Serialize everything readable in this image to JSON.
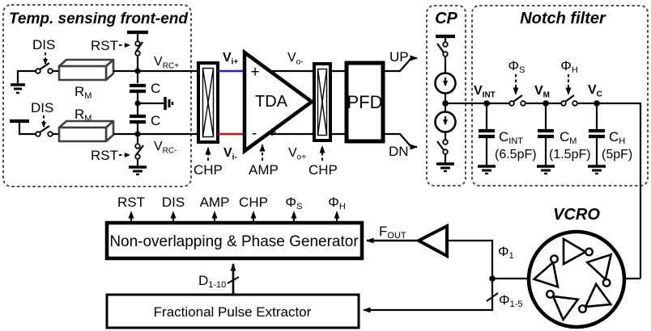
{
  "colors": {
    "title_gray": "#595959",
    "blue": "#1f1fd0",
    "red": "#d01111",
    "olive": "#6b7a12",
    "purple": "#7030a0",
    "orange": "#e8700a"
  },
  "front_end": {
    "title": "Temp. sensing front-end",
    "dis_top": "DIS",
    "dis_bottom": "DIS",
    "rst_top": "RST",
    "rst_bottom": "RST",
    "rm_top": {
      "base": "R",
      "sub": "M"
    },
    "rm_bottom": {
      "base": "R",
      "sub": "M"
    },
    "cap_top": "C",
    "cap_bottom": "C",
    "vrc_plus": {
      "base": "V",
      "sub": "RC+"
    },
    "vrc_minus": {
      "base": "V",
      "sub": "RC-"
    }
  },
  "chain": {
    "chp1_label": "CHP",
    "chp2_label": "CHP",
    "vi_plus": {
      "base": "V",
      "sub": "i+"
    },
    "vi_minus": {
      "base": "V",
      "sub": "i-"
    },
    "tda_label": "TDA",
    "amp_label": "AMP",
    "marks": {
      "top_left": "+",
      "top_right": "-",
      "bottom_left": "-",
      "bottom_right": "+"
    },
    "vo_minus": {
      "base": "V",
      "sub": "o-"
    },
    "vo_plus": {
      "base": "V",
      "sub": "o+"
    },
    "pfd_label": "PFD",
    "up": "UP",
    "dn": "DN"
  },
  "cp": {
    "title": "CP"
  },
  "notch": {
    "title": "Notch filter",
    "v_int": {
      "base": "V",
      "sub": "INT"
    },
    "v_m": {
      "base": "V",
      "sub": "M"
    },
    "v_c": {
      "base": "V",
      "sub": "C"
    },
    "phi_s": {
      "base": "Φ",
      "sub": "S"
    },
    "phi_h": {
      "base": "Φ",
      "sub": "H"
    },
    "c_int": {
      "base": "C",
      "sub": "INT",
      "value": "(6.5pF)"
    },
    "c_m": {
      "base": "C",
      "sub": "M",
      "value": "(1.5pF)"
    },
    "c_h": {
      "base": "C",
      "sub": "H",
      "value": "(5pF)"
    }
  },
  "generator": {
    "label": "Non-overlapping & Phase Generator",
    "outputs": [
      {
        "base": "RST",
        "sub": ""
      },
      {
        "base": "DIS",
        "sub": ""
      },
      {
        "base": "AMP",
        "sub": ""
      },
      {
        "base": "CHP",
        "sub": ""
      },
      {
        "base": "Φ",
        "sub": "S"
      },
      {
        "base": "Φ",
        "sub": "H"
      }
    ]
  },
  "extractor": {
    "label": "Fractional Pulse Extractor",
    "d_bus": {
      "base": "D",
      "sub": "1-10"
    }
  },
  "vcro": {
    "title": "VCRO",
    "f_out": {
      "base": "F",
      "sub": "OUT"
    },
    "phi_1": {
      "base": "Φ",
      "sub": "1"
    },
    "phi_1_5": {
      "base": "Φ",
      "sub": "1-5"
    }
  }
}
